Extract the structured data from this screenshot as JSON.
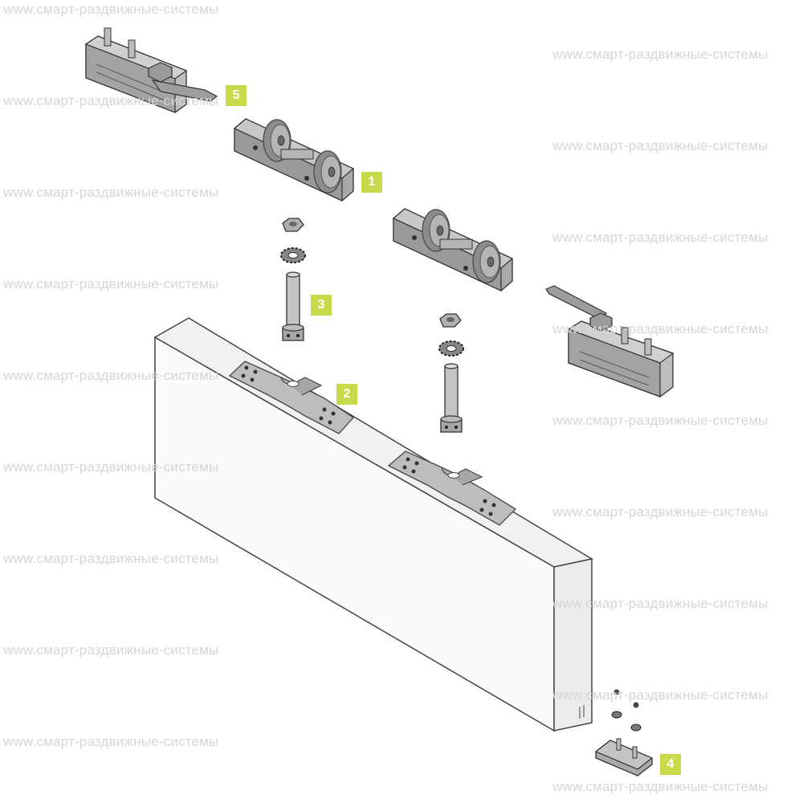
{
  "watermark": "www.смарт-раздвижные-системы",
  "callouts": [
    "1",
    "2",
    "3",
    "4",
    "5"
  ],
  "colors": {
    "callout_bg": "#c8d94a",
    "metal_light": "#bdbdbd",
    "metal_mid": "#a6a6a6",
    "metal_dark": "#7e7e7e",
    "panel_face": "#fafafa",
    "panel_edge": "#ececec",
    "watermark_text": "#d6d6d6"
  },
  "parts": [
    "roller-carriage",
    "mounting-plate",
    "bolt-with-nut-and-washer",
    "floor-guide",
    "track-stopper"
  ]
}
